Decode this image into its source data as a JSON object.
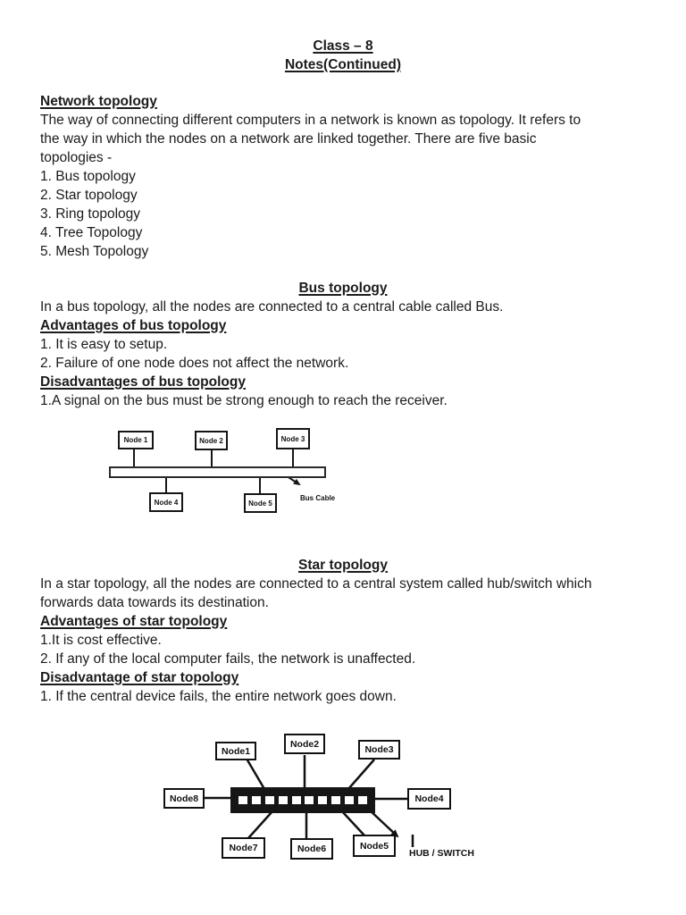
{
  "doc": {
    "title": "Class – 8",
    "subtitle": "Notes(Continued)"
  },
  "network": {
    "heading": "Network topology",
    "para_lines": [
      "The way of connecting different computers in a network is known as topology. It refers to",
      "the way in which the nodes on a network are linked together. There are five basic",
      "topologies -"
    ],
    "list": [
      "1. Bus topology",
      "2. Star topology",
      "3. Ring topology",
      "4. Tree Topology",
      "5. Mesh Topology"
    ]
  },
  "bus": {
    "heading": "Bus topology",
    "intro": "In a bus topology, all the nodes are connected to a central cable called Bus.",
    "adv_heading": "Advantages of bus topology",
    "adv1": "1. It is easy to setup.",
    "adv2": "2. Failure of one node does not affect the network.",
    "dis_heading": "Disadvantages of bus topology",
    "dis1": "1.A signal on the bus must be strong enough to reach the receiver."
  },
  "star": {
    "heading": "Star topology",
    "intro_line1": "In a star topology, all the nodes are connected to a central system called hub/switch which",
    "intro_line2": "forwards data towards its destination.",
    "adv_heading": "Advantages of star topology",
    "adv1": "1.It is cost effective.",
    "adv2": "2. If any of the local computer fails, the network is unaffected.",
    "dis_heading": "Disadvantage of star topology",
    "dis1": "1. If the central device fails, the entire network goes down."
  },
  "bus_diagram": {
    "nodes": [
      "Node 1",
      "Node 2",
      "Node 3",
      "Node 4",
      "Node 5"
    ],
    "cable_label": "Bus Cable"
  },
  "star_diagram": {
    "nodes": [
      "Node1",
      "Node2",
      "Node3",
      "Node4",
      "Node5",
      "Node6",
      "Node7",
      "Node8"
    ],
    "hub_label": "HUB / SWITCH"
  }
}
